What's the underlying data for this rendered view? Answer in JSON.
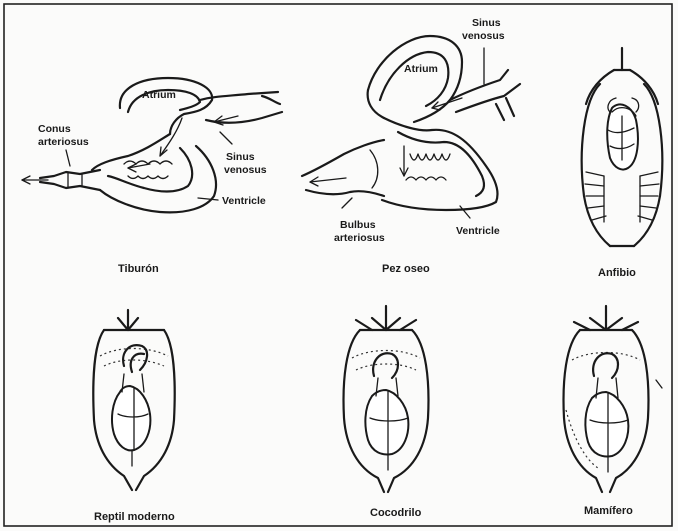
{
  "panels": {
    "tiburon": {
      "caption": "Tiburón",
      "labels": {
        "atrium": "Atrium",
        "conus": [
          "Conus",
          "arteriosus"
        ],
        "sinus": [
          "Sinus",
          "venosus"
        ],
        "ventricle": "Ventricle"
      }
    },
    "pez_oseo": {
      "caption": "Pez oseo",
      "labels": {
        "atrium": "Atrium",
        "sinus": [
          "Sinus",
          "venosus"
        ],
        "bulbus": [
          "Bulbus",
          "arteriosus"
        ],
        "ventricle": "Ventricle"
      }
    },
    "anfibio": {
      "caption": "Anfibio"
    },
    "reptil": {
      "caption": "Reptil moderno"
    },
    "cocodrilo": {
      "caption": "Cocodrilo"
    },
    "mamifero": {
      "caption": "Mamífero"
    }
  }
}
